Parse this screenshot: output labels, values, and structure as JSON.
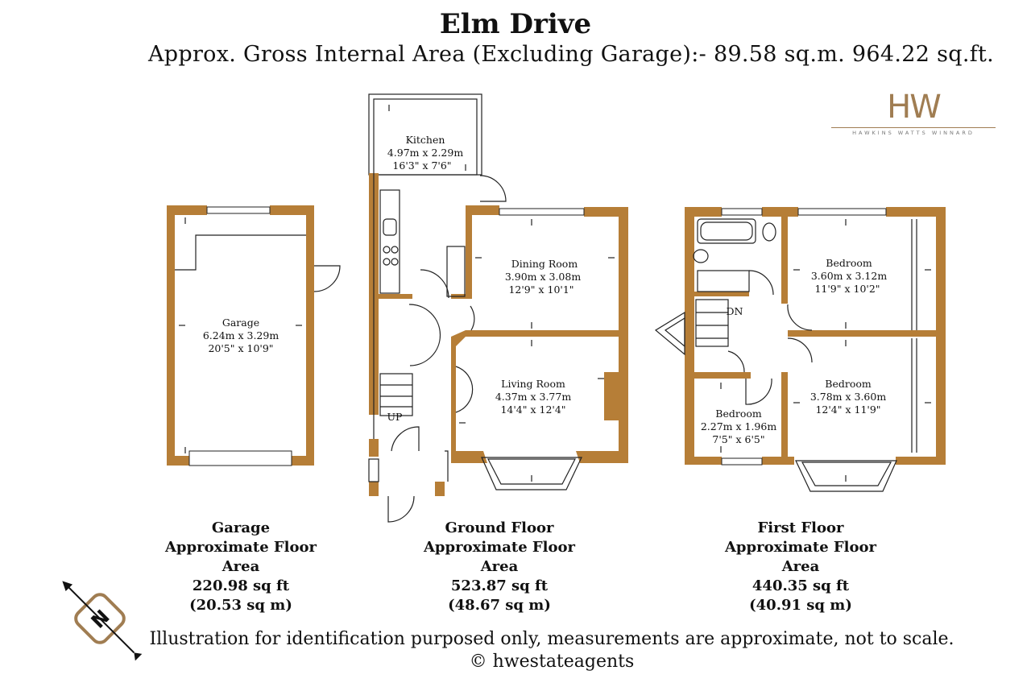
{
  "header": {
    "title": "Elm Drive",
    "subtitle": "Approx. Gross Internal Area (Excluding Garage):- 89.58 sq.m. 964.22 sq.ft."
  },
  "logo": {
    "mark": "HW",
    "text": "HAWKINS WATTS WINNARD"
  },
  "rooms": {
    "kitchen": {
      "name": "Kitchen",
      "metric": "4.97m x 2.29m",
      "imperial": "16'3\" x 7'6\""
    },
    "dining": {
      "name": "Dining Room",
      "metric": "3.90m x 3.08m",
      "imperial": "12'9\" x 10'1\""
    },
    "living": {
      "name": "Living Room",
      "metric": "4.37m x 3.77m",
      "imperial": "14'4\" x 12'4\""
    },
    "garage": {
      "name": "Garage",
      "metric": "6.24m x 3.29m",
      "imperial": "20'5\" x 10'9\""
    },
    "bed1": {
      "name": "Bedroom",
      "metric": "3.60m x 3.12m",
      "imperial": "11'9\" x 10'2\""
    },
    "bed2": {
      "name": "Bedroom",
      "metric": "3.78m x 3.60m",
      "imperial": "12'4\" x 11'9\""
    },
    "bed3": {
      "name": "Bedroom",
      "metric": "2.27m x 1.96m",
      "imperial": "7'5\" x 6'5\""
    }
  },
  "stairs": {
    "up": "UP",
    "down": "DN"
  },
  "compass": {
    "letter": "N"
  },
  "captions": {
    "garage": {
      "line1": "Garage",
      "line2": "Approximate Floor Area",
      "line3": "220.98 sq ft",
      "line4": "(20.53 sq m)"
    },
    "ground": {
      "line1": "Ground Floor",
      "line2": "Approximate Floor Area",
      "line3": "523.87 sq ft",
      "line4": "(48.67 sq m)"
    },
    "first": {
      "line1": "First Floor",
      "line2": "Approximate Floor Area",
      "line3": "440.35 sq ft",
      "line4": "(40.91 sq m)"
    }
  },
  "footer": {
    "disclaimer": "Illustration for identification purposed only, measurements are approximate, not to scale.",
    "copyright": "© hwestateagents"
  },
  "colors": {
    "wall": "#b67e37",
    "logo": "#a07d52"
  }
}
